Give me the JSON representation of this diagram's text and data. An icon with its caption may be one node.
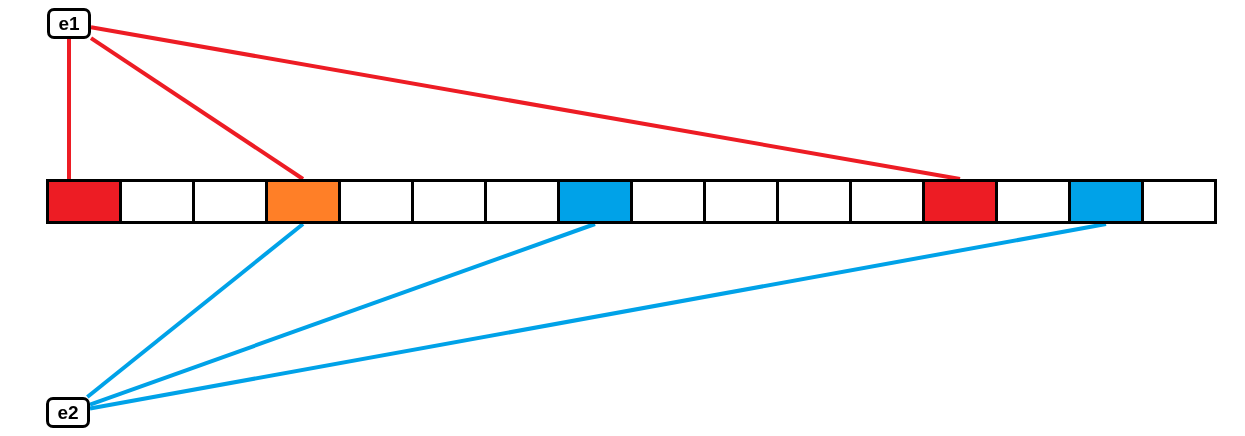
{
  "diagram": {
    "nodes": [
      {
        "text": [
          "e1"
        ]
      },
      {
        "text": [
          "e2"
        ]
      },
      {
        "text": [],
        "shape": "box"
      },
      {
        "text": [],
        "shape": "box"
      },
      {
        "text": [],
        "shape": "box"
      },
      {
        "text": [],
        "shape": "box"
      },
      {
        "text": [],
        "shape": "box"
      },
      {
        "text": [],
        "shape": "box"
      },
      {
        "text": [],
        "shape": "box"
      },
      {
        "text": [],
        "shape": "box"
      },
      {
        "text": [],
        "shape": "box"
      },
      {
        "text": [],
        "shape": "box"
      },
      {
        "text": [],
        "shape": "box"
      },
      {
        "text": [],
        "shape": "box"
      },
      {
        "text": [],
        "shape": "box"
      },
      {
        "text": [],
        "shape": "box"
      },
      {
        "text": [],
        "shape": "box"
      },
      {
        "text": [],
        "shape": "box"
      }
    ],
    "edges": [
      {
        "from": 0,
        "to": 2,
        "arrow": "none",
        "color": "#ed1c24"
      },
      {
        "from": 0,
        "to": 5,
        "arrow": "none",
        "color": "#ed1c24"
      },
      {
        "from": 0,
        "to": 14,
        "arrow": "none",
        "color": "#ed1c24"
      },
      {
        "from": 1,
        "to": 5,
        "arrow": "none",
        "color": "#00a2e8"
      },
      {
        "from": 1,
        "to": 9,
        "arrow": "none",
        "color": "#00a2e8"
      },
      {
        "from": 1,
        "to": 16,
        "arrow": "none",
        "color": "#00a2e8"
      }
    ]
  }
}
